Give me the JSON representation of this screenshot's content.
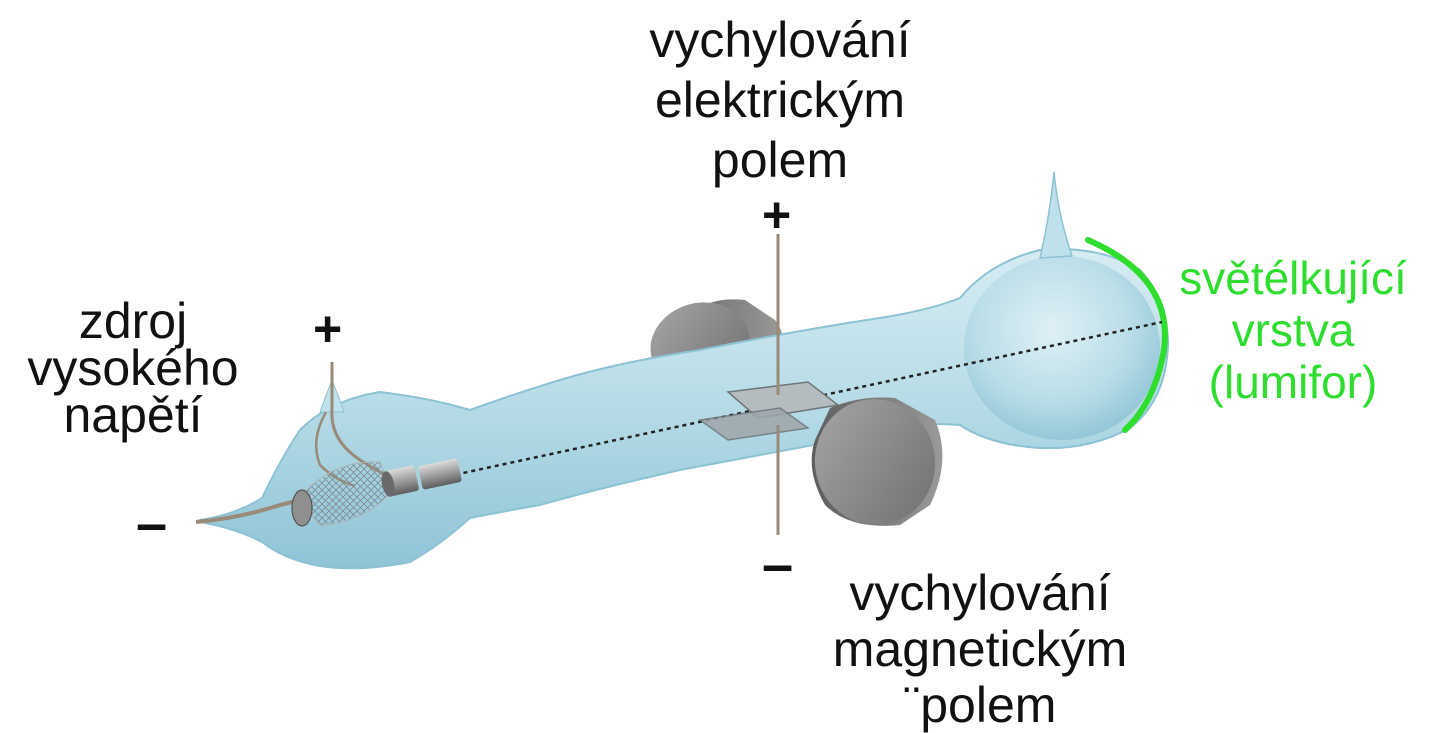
{
  "labels": {
    "source": [
      "zdroj",
      "vysokého",
      "napětí"
    ],
    "electric": [
      "vychylování",
      "elektrickým",
      "polem"
    ],
    "magnetic": [
      "vychylování",
      "magnetickým",
      "¨polem"
    ],
    "layer": [
      "světélkující",
      "vrstva",
      "(lumifor)"
    ]
  },
  "signs": {
    "cathode_plus": "+",
    "cathode_minus": "–",
    "plate_plus": "+",
    "plate_minus": "–"
  },
  "colors": {
    "glass": "#b9dde8",
    "glass_edge": "#8cc2d4",
    "phosphor": "#2fdd2f",
    "magnet": "#8c8c8c",
    "wire": "#9a8a78",
    "text": "#111111"
  }
}
